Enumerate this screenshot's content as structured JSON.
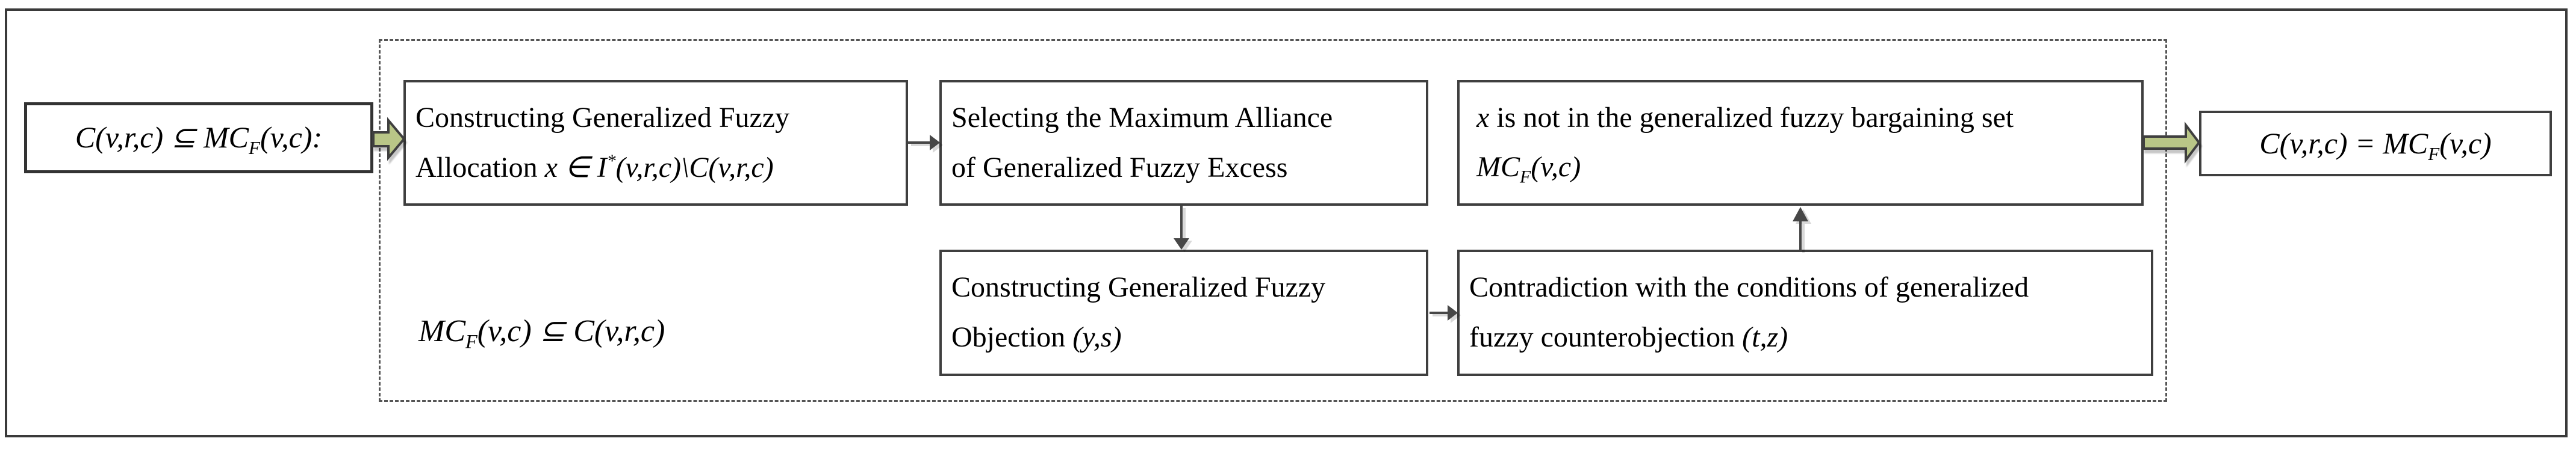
{
  "diagram": {
    "premise_box": {
      "segments": [
        {
          "m": "C(v,r,c) ⊆ MC_{F}(v,c):"
        }
      ]
    },
    "allocation_box": {
      "line1": [
        {
          "t": "Constructing Generalized Fuzzy"
        }
      ],
      "line2": [
        {
          "t": "Allocation "
        },
        {
          "m": "x ∈ I^{*}(v,r,c)\\C(v,r,c)"
        }
      ]
    },
    "alliance_box": {
      "line1": [
        {
          "t": "Selecting the Maximum Alliance"
        }
      ],
      "line2": [
        {
          "t": "of Generalized Fuzzy Excess"
        }
      ]
    },
    "bargaining_box": {
      "line1": [
        {
          "m": "x"
        },
        {
          "t": " is not in the generalized fuzzy bargaining set"
        }
      ],
      "line2": [
        {
          "m": "MC_{F}(v,c)"
        }
      ]
    },
    "objection_box": {
      "line1": [
        {
          "t": "Constructing Generalized Fuzzy"
        }
      ],
      "line2": [
        {
          "t": "Objection "
        },
        {
          "m": "(y,s)"
        }
      ]
    },
    "counterobjection_box": {
      "line1": [
        {
          "t": "Contradiction with the conditions of generalized"
        }
      ],
      "line2": [
        {
          "t": "fuzzy counterobjection "
        },
        {
          "m": "(t,z)"
        }
      ]
    },
    "subset_note": {
      "segments": [
        {
          "m": "MC_{F}(v,c) ⊆ C(v,r,c)"
        }
      ]
    },
    "conclusion_box": {
      "segments": [
        {
          "m": "C(v,r,c) = MC_{F}(v,c)"
        }
      ]
    }
  },
  "colors": {
    "arrow_fill": "#b9c687",
    "arrow_stroke": "#3f3f3f",
    "connector": "#474747",
    "box_border": "#3f3f3f"
  }
}
